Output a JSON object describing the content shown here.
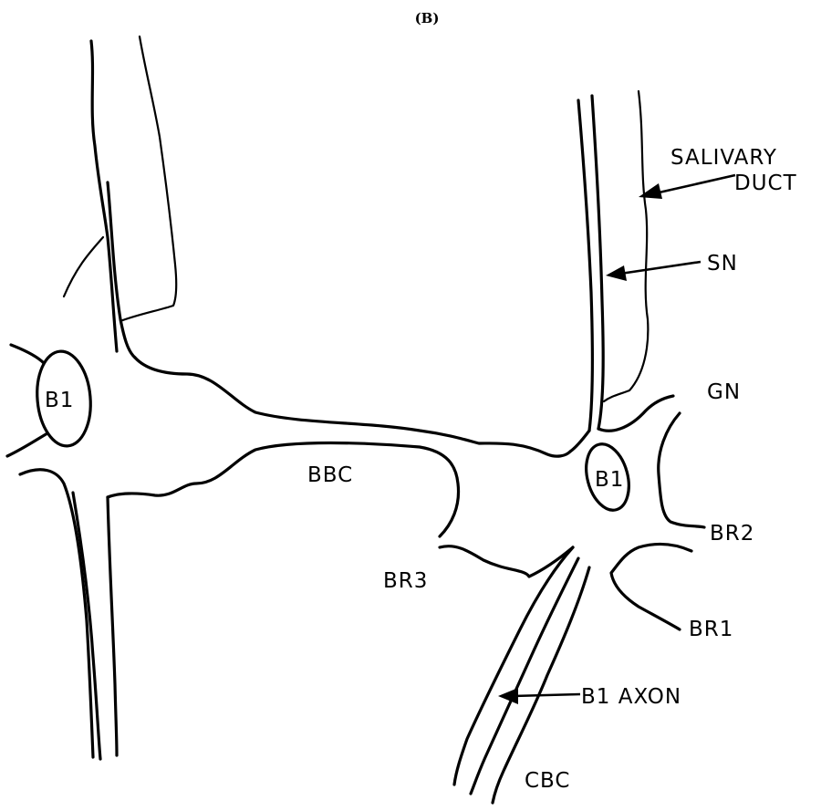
{
  "panel_label": "(B)",
  "labels": {
    "salivary_duct_line1": "SALIVARY",
    "salivary_duct_line2": "DUCT",
    "sn": "SN",
    "gn": "GN",
    "bbc": "BBC",
    "b1_left": "B1",
    "b1_right": "B1",
    "br1": "BR1",
    "br2": "BR2",
    "br3": "BR3",
    "b1_axon": "B1 AXON",
    "cbc": "CBC"
  }
}
